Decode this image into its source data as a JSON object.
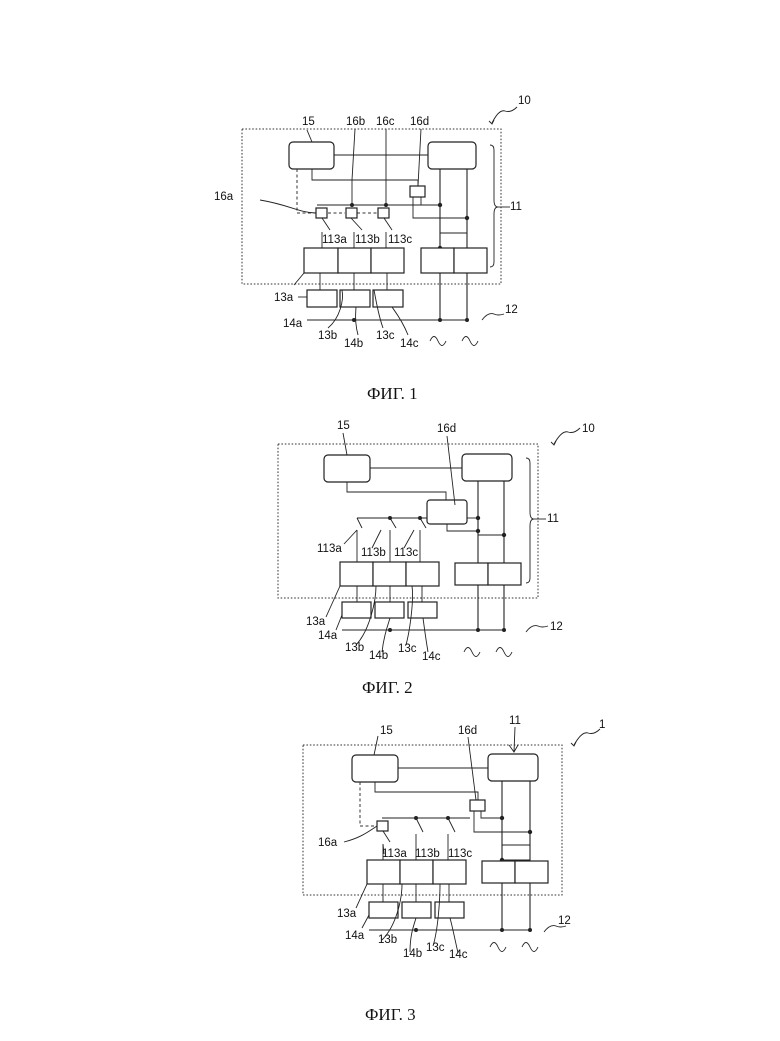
{
  "figures": [
    {
      "caption": "ФИГ. 1",
      "labels": {
        "n10": "10",
        "n15": "15",
        "n16b": "16b",
        "n16c": "16c",
        "n16d": "16d",
        "n16a": "16a",
        "n11": "11",
        "n113a": "113a",
        "n113b": "113b",
        "n113c": "113c",
        "n13a": "13a",
        "n14a": "14a",
        "n13b": "13b",
        "n14b": "14b",
        "n13c": "13c",
        "n14c": "14c",
        "n12": "12"
      }
    },
    {
      "caption": "ФИГ. 2",
      "labels": {
        "n15": "15",
        "n16d": "16d",
        "n10": "10",
        "n11": "11",
        "n113a": "113a",
        "n113b": "113b",
        "n113c": "113c",
        "n13a": "13a",
        "n14a": "14a",
        "n13b": "13b",
        "n14b": "14b",
        "n13c": "13c",
        "n14c": "14c",
        "n12": "12"
      }
    },
    {
      "caption": "ФИГ. 3",
      "labels": {
        "n15": "15",
        "n16d": "16d",
        "n11": "11",
        "n1": "1",
        "n16a": "16a",
        "n113a": "113a",
        "n113b": "113b",
        "n113c": "113c",
        "n13a": "13a",
        "n14a": "14a",
        "n13b": "13b",
        "n14b": "14b",
        "n13c": "13c",
        "n14c": "14c",
        "n12": "12"
      }
    }
  ]
}
